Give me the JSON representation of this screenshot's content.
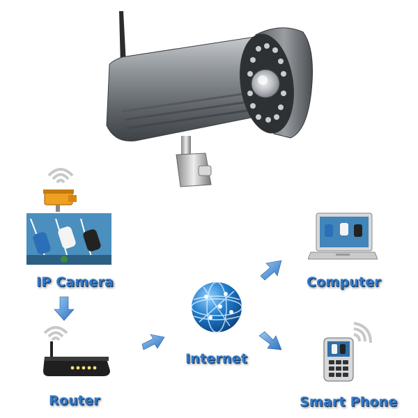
{
  "diagram": {
    "nodes": [
      {
        "id": "ip_camera",
        "label": "IP Camera",
        "icon": "camera-parking-lot-icon"
      },
      {
        "id": "router",
        "label": "Router",
        "icon": "router-icon"
      },
      {
        "id": "internet",
        "label": "Internet",
        "icon": "globe-icon"
      },
      {
        "id": "computer",
        "label": "Computer",
        "icon": "laptop-icon"
      },
      {
        "id": "smart_phone",
        "label": "Smart Phone",
        "icon": "smartphone-icon"
      }
    ],
    "edges": [
      {
        "from": "ip_camera",
        "to": "router"
      },
      {
        "from": "router",
        "to": "internet"
      },
      {
        "from": "internet",
        "to": "computer"
      },
      {
        "from": "internet",
        "to": "smart_phone"
      }
    ]
  },
  "colors": {
    "label": "#2f78c8",
    "label_shadow": "#0d2f5a",
    "arrow": "#4a90dc",
    "globe": "#1e78c8"
  }
}
